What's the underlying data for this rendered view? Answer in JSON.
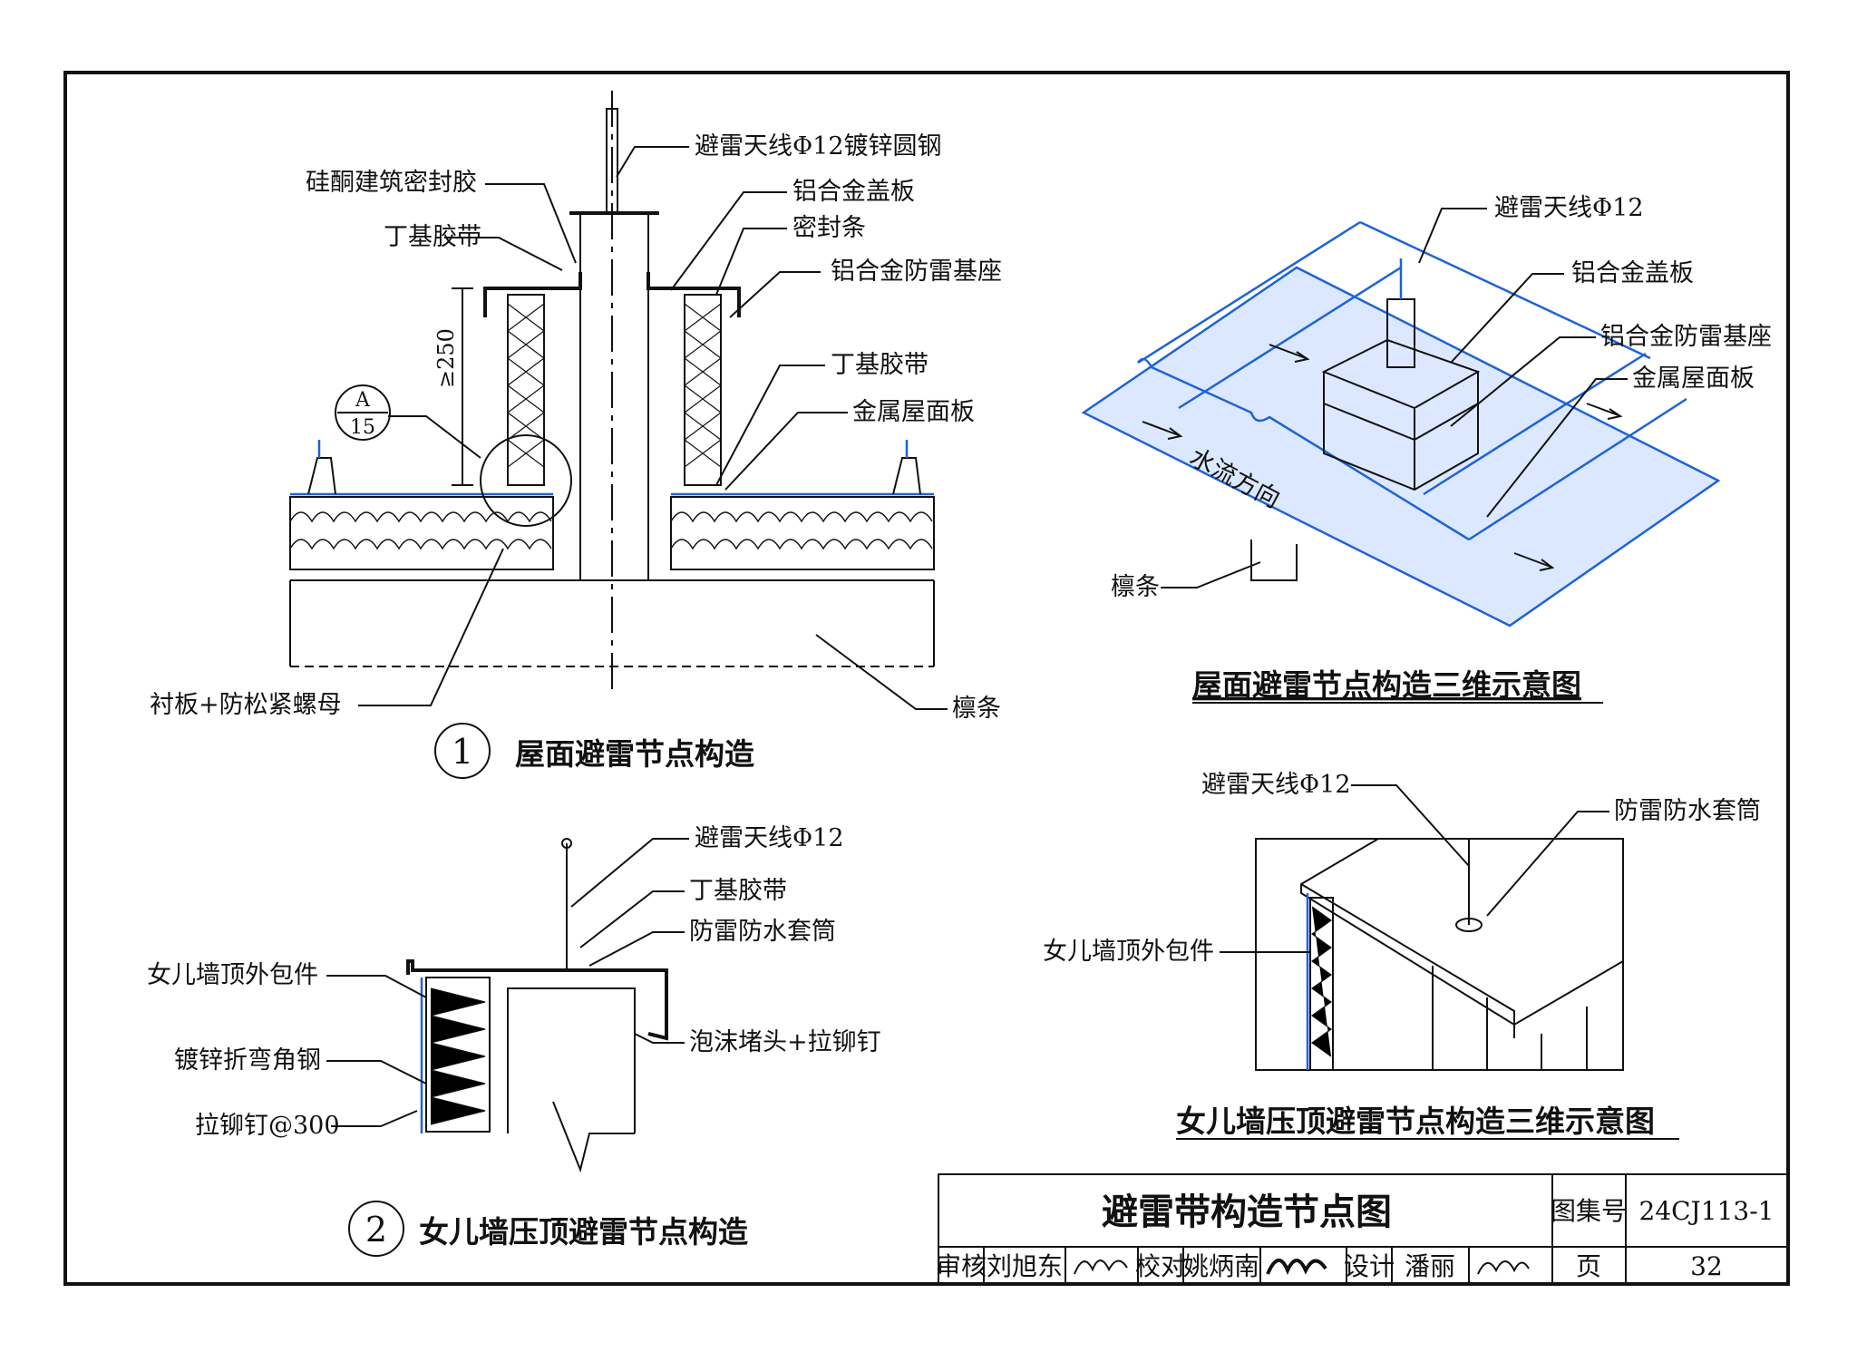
{
  "detail1": {
    "number": "1",
    "caption": "屋面避雷节点构造",
    "labels": {
      "antenna": "避雷天线Φ12镀锌圆钢",
      "silicone": "硅酮建筑密封胶",
      "butyl_tape_top": "丁基胶带",
      "cover": "铝合金盖板",
      "seal_strip": "密封条",
      "base": "铝合金防雷基座",
      "butyl_tape": "丁基胶带",
      "roof_panel": "金属屋面板",
      "washer_nut": "衬板+防松紧螺母",
      "purlin": "檩条",
      "dimension": "≥250",
      "ref_top": "A",
      "ref_bottom": "15"
    }
  },
  "detail2": {
    "number": "2",
    "caption": "女儿墙压顶避雷节点构造",
    "labels": {
      "antenna": "避雷天线Φ12",
      "butyl_tape": "丁基胶带",
      "sleeve": "防雷防水套筒",
      "coping": "女儿墙顶外包件",
      "angle": "镀锌折弯角钢",
      "foam_rivet": "泡沫堵头+拉铆钉",
      "rivet_spacing": "拉铆钉@300"
    }
  },
  "view3d_roof": {
    "caption": "屋面避雷节点构造三维示意图",
    "labels": {
      "antenna": "避雷天线Φ12",
      "cover": "铝合金盖板",
      "base": "铝合金防雷基座",
      "roof_panel": "金属屋面板",
      "flow": "水流方向",
      "purlin": "檩条"
    }
  },
  "view3d_parapet": {
    "caption": "女儿墙压顶避雷节点构造三维示意图",
    "labels": {
      "antenna": "避雷天线Φ12",
      "sleeve": "防雷防水套筒",
      "coping": "女儿墙顶外包件"
    }
  },
  "title_block": {
    "title": "避雷带构造节点图",
    "atlas_label": "图集号",
    "atlas_no": "24CJ113-1",
    "review_label": "审核",
    "reviewer": "刘旭东",
    "check_label": "校对",
    "checker": "姚炳南",
    "design_label": "设计",
    "designer": "潘丽",
    "page_label": "页",
    "page_no": "32"
  },
  "colors": {
    "line": "#111111",
    "panel_blue": "#1e63d6"
  }
}
